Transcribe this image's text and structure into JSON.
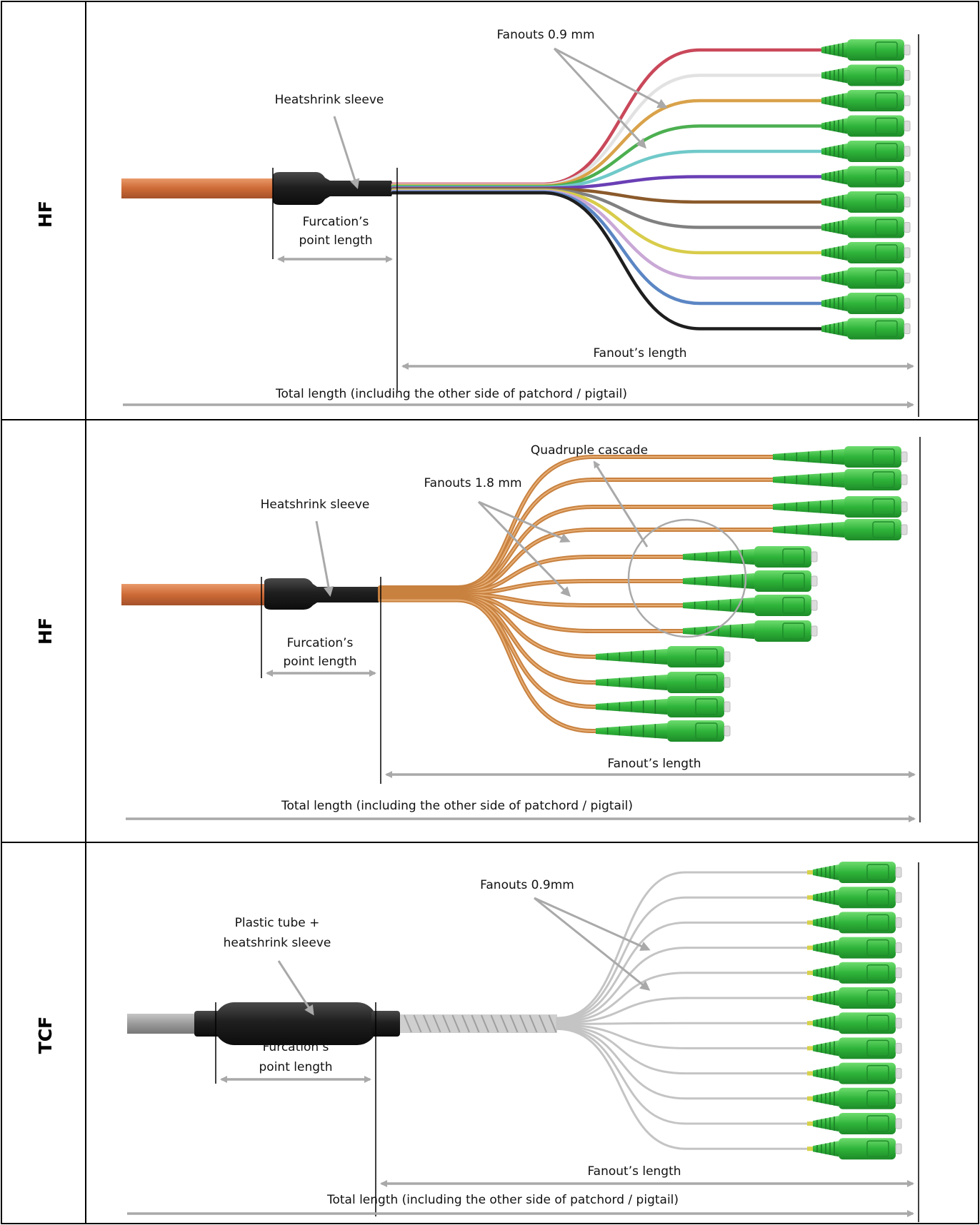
{
  "colors": {
    "arrow": "#a9a9a9",
    "connector_green": "#31b53c",
    "orange_cable": "#cd6a36",
    "black_sleeve": "#222222",
    "grey_cable": "#9a9a9a",
    "frame": "#000000"
  },
  "rows": [
    {
      "type_label": "HF",
      "fanout_label": "Fanouts 0.9 mm",
      "sleeve_label_lines": [
        "Heatshrink sleeve"
      ],
      "furcation_lines": [
        "Furcation’s",
        "point length"
      ],
      "fanout_length_label": "Fanout’s length",
      "total_length_label": "Total length (including the other side of patchord / pigtail)",
      "fiber_colors": [
        "#c9485a",
        "#e2e2e2",
        "#d9a24a",
        "#4caf50",
        "#70c9c9",
        "#6a3fb5",
        "#8b5a2b",
        "#808080",
        "#d8cc4a",
        "#c9a8d6",
        "#5b86c4",
        "#1e1e1e"
      ]
    },
    {
      "type_label": "HF",
      "cascade_label": "Quadruple cascade",
      "fanout_label": "Fanouts 1.8 mm",
      "sleeve_label_lines": [
        "Heatshrink sleeve"
      ],
      "furcation_lines": [
        "Furcation’s",
        "point length"
      ],
      "fanout_length_label": "Fanout’s length",
      "total_length_label": "Total length (including the other side of patchord / pigtail)"
    },
    {
      "type_label": "TCF",
      "fanout_label": "Fanouts 0.9mm",
      "sleeve_label_lines": [
        "Plastic tube +",
        "heatshrink sleeve"
      ],
      "furcation_lines": [
        "Furcation’s",
        "point length"
      ],
      "fanout_length_label": "Fanout’s length",
      "total_length_label": "Total length (including the other side of patchord / pigtail)"
    }
  ]
}
